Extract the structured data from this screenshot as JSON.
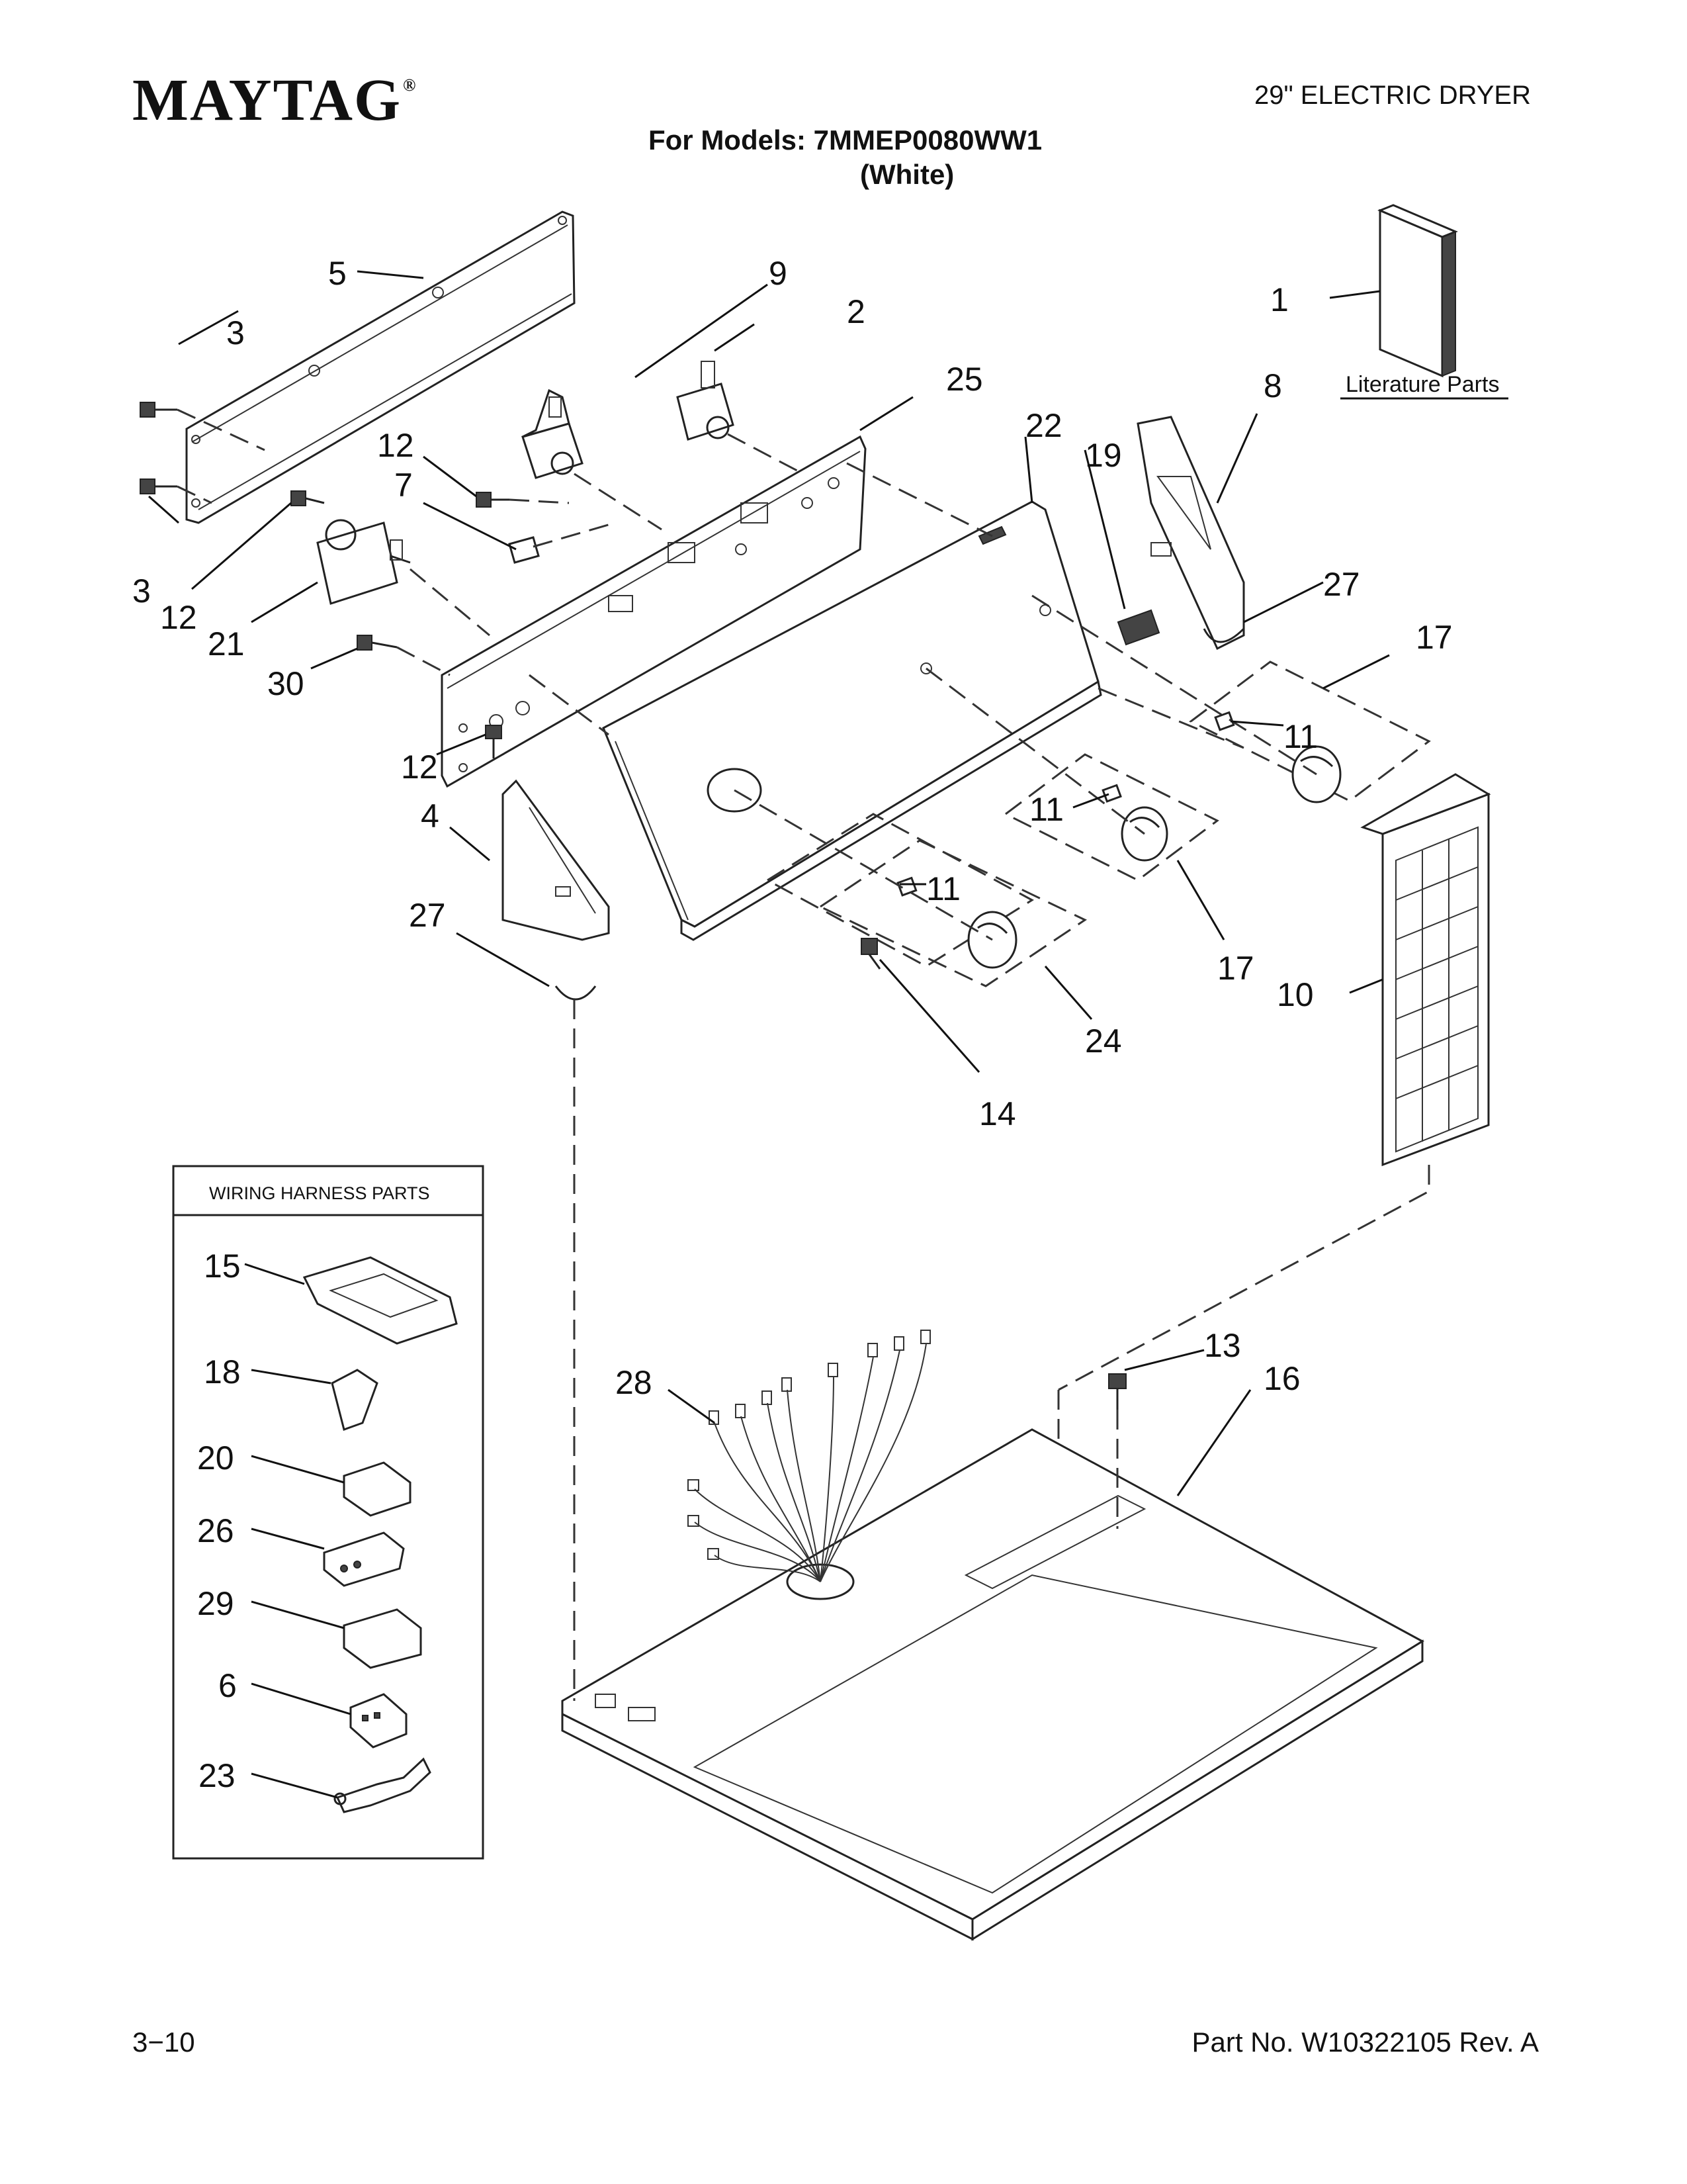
{
  "header": {
    "brand": "MAYTAG",
    "brand_mark": "®",
    "doc_type": "29\" ELECTRIC DRYER",
    "models_line": "For Models: 7MMEP0080WW1",
    "color_line": "(White)"
  },
  "literature_label": "Literature Parts",
  "wiring_box_title": "WIRING HARNESS PARTS",
  "callouts": {
    "c1": "1",
    "c2": "2",
    "c3a": "3",
    "c3b": "3",
    "c4": "4",
    "c5": "5",
    "c7": "7",
    "c8": "8",
    "c9": "9",
    "c10": "10",
    "c11a": "11",
    "c11b": "11",
    "c11c": "11",
    "c12a": "12",
    "c12b": "12",
    "c12c": "12",
    "c13": "13",
    "c14": "14",
    "c16": "16",
    "c17a": "17",
    "c17b": "17",
    "c19": "19",
    "c21": "21",
    "c22": "22",
    "c24": "24",
    "c25": "25",
    "c27a": "27",
    "c27b": "27",
    "c28": "28",
    "c30": "30"
  },
  "wiring_callouts": {
    "w15": "15",
    "w18": "18",
    "w20": "20",
    "w26": "26",
    "w29": "29",
    "w6": "6",
    "w23": "23"
  },
  "footer": {
    "page": "3−10",
    "part_no": "Part No. W10322105 Rev. A"
  },
  "icons": [
    "screw-icon",
    "switch-icon",
    "timer-icon",
    "knob-icon",
    "connector-icon",
    "terminal-icon",
    "lint-screen-icon",
    "wire-harness-icon"
  ]
}
